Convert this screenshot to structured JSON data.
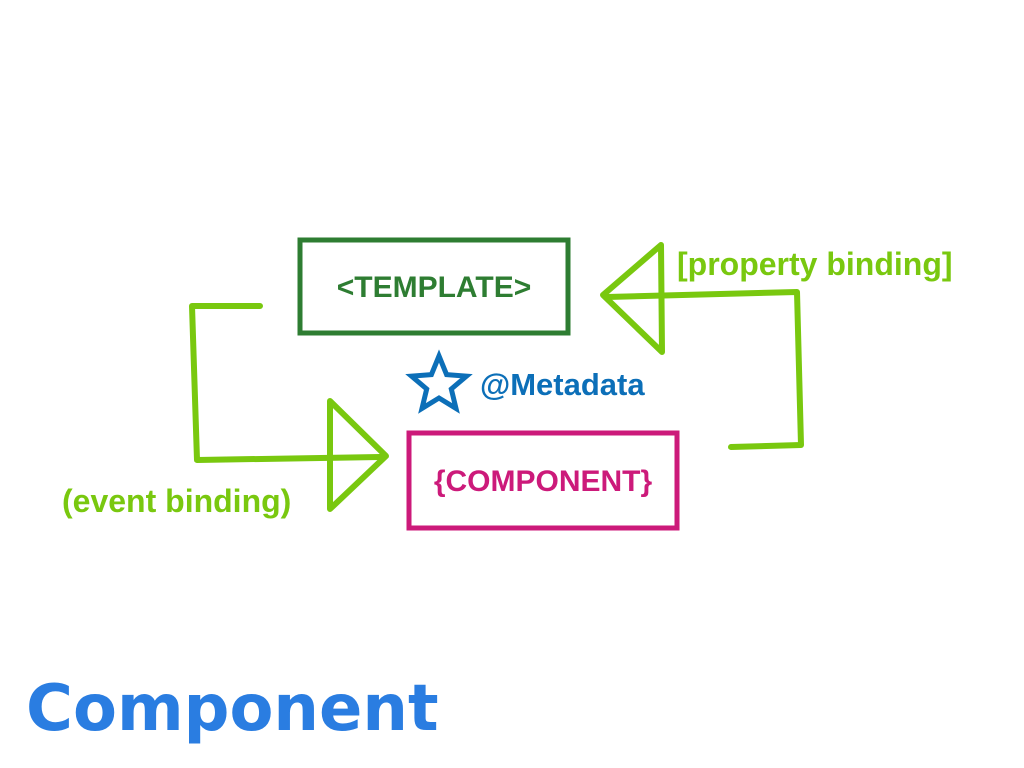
{
  "slide": {
    "title": "Component"
  },
  "diagram": {
    "template_label": "<TEMPLATE>",
    "component_label": "{COMPONENT}",
    "metadata_label": "@Metadata",
    "property_binding_label": "[property binding]",
    "event_binding_label": "(event binding)"
  },
  "icons": {
    "metadata": "star-icon"
  },
  "colors": {
    "template": "#2e7d32",
    "component": "#cc1a7a",
    "metadata": "#0c6fb8",
    "binding": "#79c80f",
    "title": "#2a7de1"
  }
}
